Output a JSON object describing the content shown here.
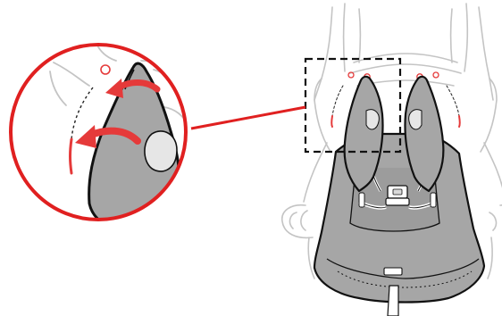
{
  "figure": {
    "kind": "instruction-illustration",
    "subject": "car-seat-cover-detach-step",
    "colors": {
      "accent_red": "#e53a3a",
      "callout_red": "#e02020",
      "fabric_gray": "#a6a6a6",
      "fabric_dark": "#8f8f8f",
      "outline": "#111111",
      "frame_gray": "#c4c4c4",
      "background": "#ffffff"
    },
    "elements": {
      "zoom_callout": "magnifier-circle",
      "zoom_box": "dashed-selection-box",
      "arrows": "detach-direction-arrows",
      "seat": "car-seat-with-gray-cover"
    }
  }
}
